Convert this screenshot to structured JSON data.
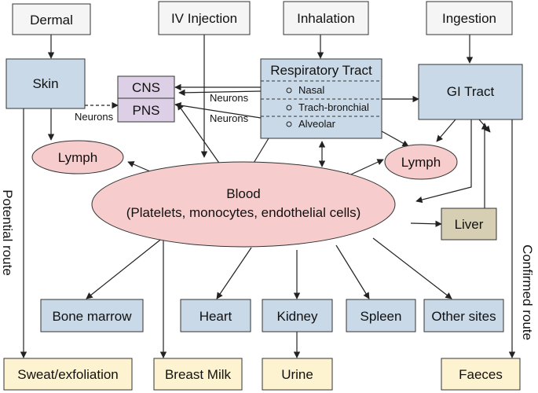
{
  "sources": {
    "dermal": "Dermal",
    "iv_injection": "IV Injection",
    "inhalation": "Inhalation",
    "ingestion": "Ingestion"
  },
  "organs": {
    "skin": "Skin",
    "cns": "CNS",
    "pns": "PNS",
    "gi_tract": "GI Tract",
    "liver": "Liver"
  },
  "respiratory": {
    "title": "Respiratory Tract",
    "regions": [
      "Nasal",
      "Trach-bronchial",
      "Alveolar"
    ]
  },
  "lymph_left": "Lymph",
  "lymph_right": "Lymph",
  "blood": {
    "title": "Blood",
    "subtitle": "(Platelets, monocytes, endothelial cells)"
  },
  "edge_labels": {
    "skin_pns": "Neurons",
    "resp_cns": "Neurons",
    "resp_pns": "Neurons"
  },
  "targets": [
    "Bone marrow",
    "Heart",
    "Kidney",
    "Spleen",
    "Other sites"
  ],
  "excretion": {
    "sweat": "Sweat/exfoliation",
    "breast_milk": "Breast Milk",
    "urine": "Urine",
    "faeces": "Faeces"
  },
  "side_labels": {
    "potential": "Potential route",
    "confirmed": "Confirmed route"
  },
  "colors": {
    "source_fill": "#f5f5f5",
    "organ_fill": "#c9d9e8",
    "neural_fill": "#ddd0e6",
    "blood_fill": "#f6cccc",
    "liver_fill": "#d6cfb4",
    "excretion_fill": "#fdf3d0"
  }
}
